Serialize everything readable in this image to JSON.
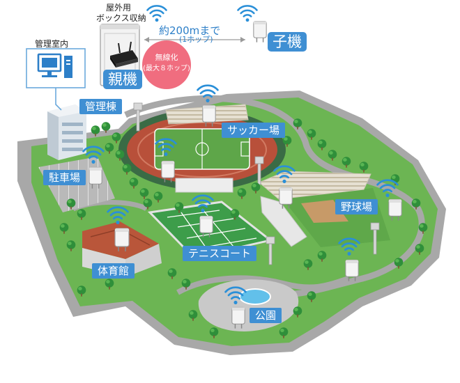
{
  "colors": {
    "accent_blue": "#3f8fd3",
    "wave_blue": "#2a8fd8",
    "ground_green": "#5fa84a",
    "path_gray": "#9a9a9a",
    "track_red": "#b8503a",
    "bubble_pink": "#f06d7f"
  },
  "header": {
    "outdoor_box_line1": "屋外用",
    "outdoor_box_line2": "ボックス収納",
    "distance_main": "約200mまで",
    "distance_sub": "(1ホップ)",
    "control_room": "管理室内",
    "wireless_line1": "無線化",
    "wireless_line2": "(最大８ホップ)",
    "parent_label": "親機",
    "child_label": "子機"
  },
  "facilities": {
    "management": "管理棟",
    "soccer": "サッカー場",
    "parking": "駐車場",
    "baseball": "野球場",
    "tennis": "テニスコート",
    "gym": "体育館",
    "park": "公園"
  },
  "icons": [
    "wifi-icon",
    "monitor-icon",
    "pc-tower-icon",
    "router-icon",
    "outdoor-box-icon",
    "wireless-node-icon",
    "tree-icon"
  ]
}
